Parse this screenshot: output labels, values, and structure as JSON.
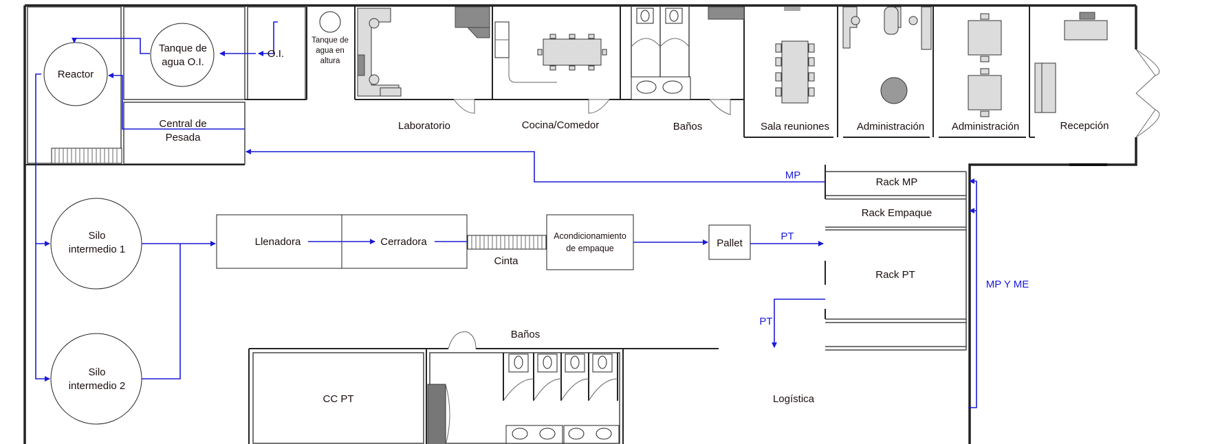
{
  "colors": {
    "flow": "#1a1ad6",
    "text": "#1b0d0d",
    "wall": "#222222"
  },
  "rooms": {
    "reactor": "Reactor",
    "tanque_oi_line1": "Tanque de",
    "tanque_oi_line2": "agua O.I.",
    "oi": "O.I.",
    "tanque_altura_line1": "Tanque de",
    "tanque_altura_line2": "agua en",
    "tanque_altura_line3": "altura",
    "central_pesada_line1": "Central de",
    "central_pesada_line2": "Pesada",
    "laboratorio": "Laboratorio",
    "cocina": "Cocina/Comedor",
    "banos_top": "Baños",
    "sala_reuniones": "Sala reuniones",
    "administracion_1": "Administración",
    "administracion_2": "Administración",
    "recepcion": "Recepción",
    "rack_mp": "Rack MP",
    "rack_empaque": "Rack Empaque",
    "rack_pt": "Rack PT",
    "silo1_line1": "Silo",
    "silo1_line2": "intermedio 1",
    "silo2_line1": "Silo",
    "silo2_line2": "intermedio 2",
    "llenadora": "Llenadora",
    "cerradora": "Cerradora",
    "cinta": "Cinta",
    "acond_line1": "Acondicionamiento",
    "acond_line2": "de empaque",
    "pallet": "Pallet",
    "banos_bottom": "Baños",
    "cc_pt": "CC PT",
    "logistica": "Logística"
  },
  "flows": {
    "mp": "MP",
    "pt_right": "PT",
    "pt_down": "PT",
    "mp_y_me": "MP Y ME"
  }
}
